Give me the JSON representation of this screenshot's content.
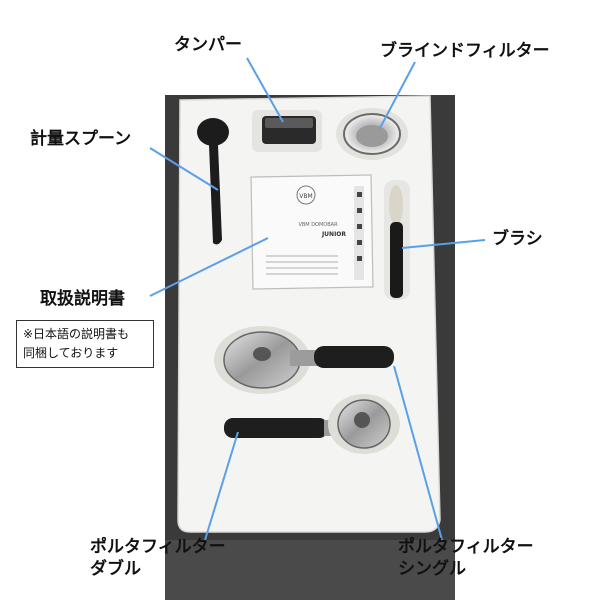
{
  "labels": {
    "tamper": "タンパー",
    "blind_filter": "ブラインドフィルター",
    "measuring_spoon": "計量スプーン",
    "brush": "ブラシ",
    "manual": "取扱説明書",
    "portafilter_double_line1": "ポルタフィルター",
    "portafilter_double_line2": "ダブル",
    "portafilter_single_line1": "ポルタフィルター",
    "portafilter_single_line2": "シングル"
  },
  "note": {
    "line1": "※日本語の説明書も",
    "line2": "同梱しております"
  },
  "manual_card": {
    "brand": "VBM",
    "line1": "VBM DOMOBAR",
    "line2": "JUNIOR"
  },
  "colors": {
    "callout_line": "#5aa0e6",
    "foam": "#f4f4f2",
    "background_box": "#3a3a3a"
  }
}
